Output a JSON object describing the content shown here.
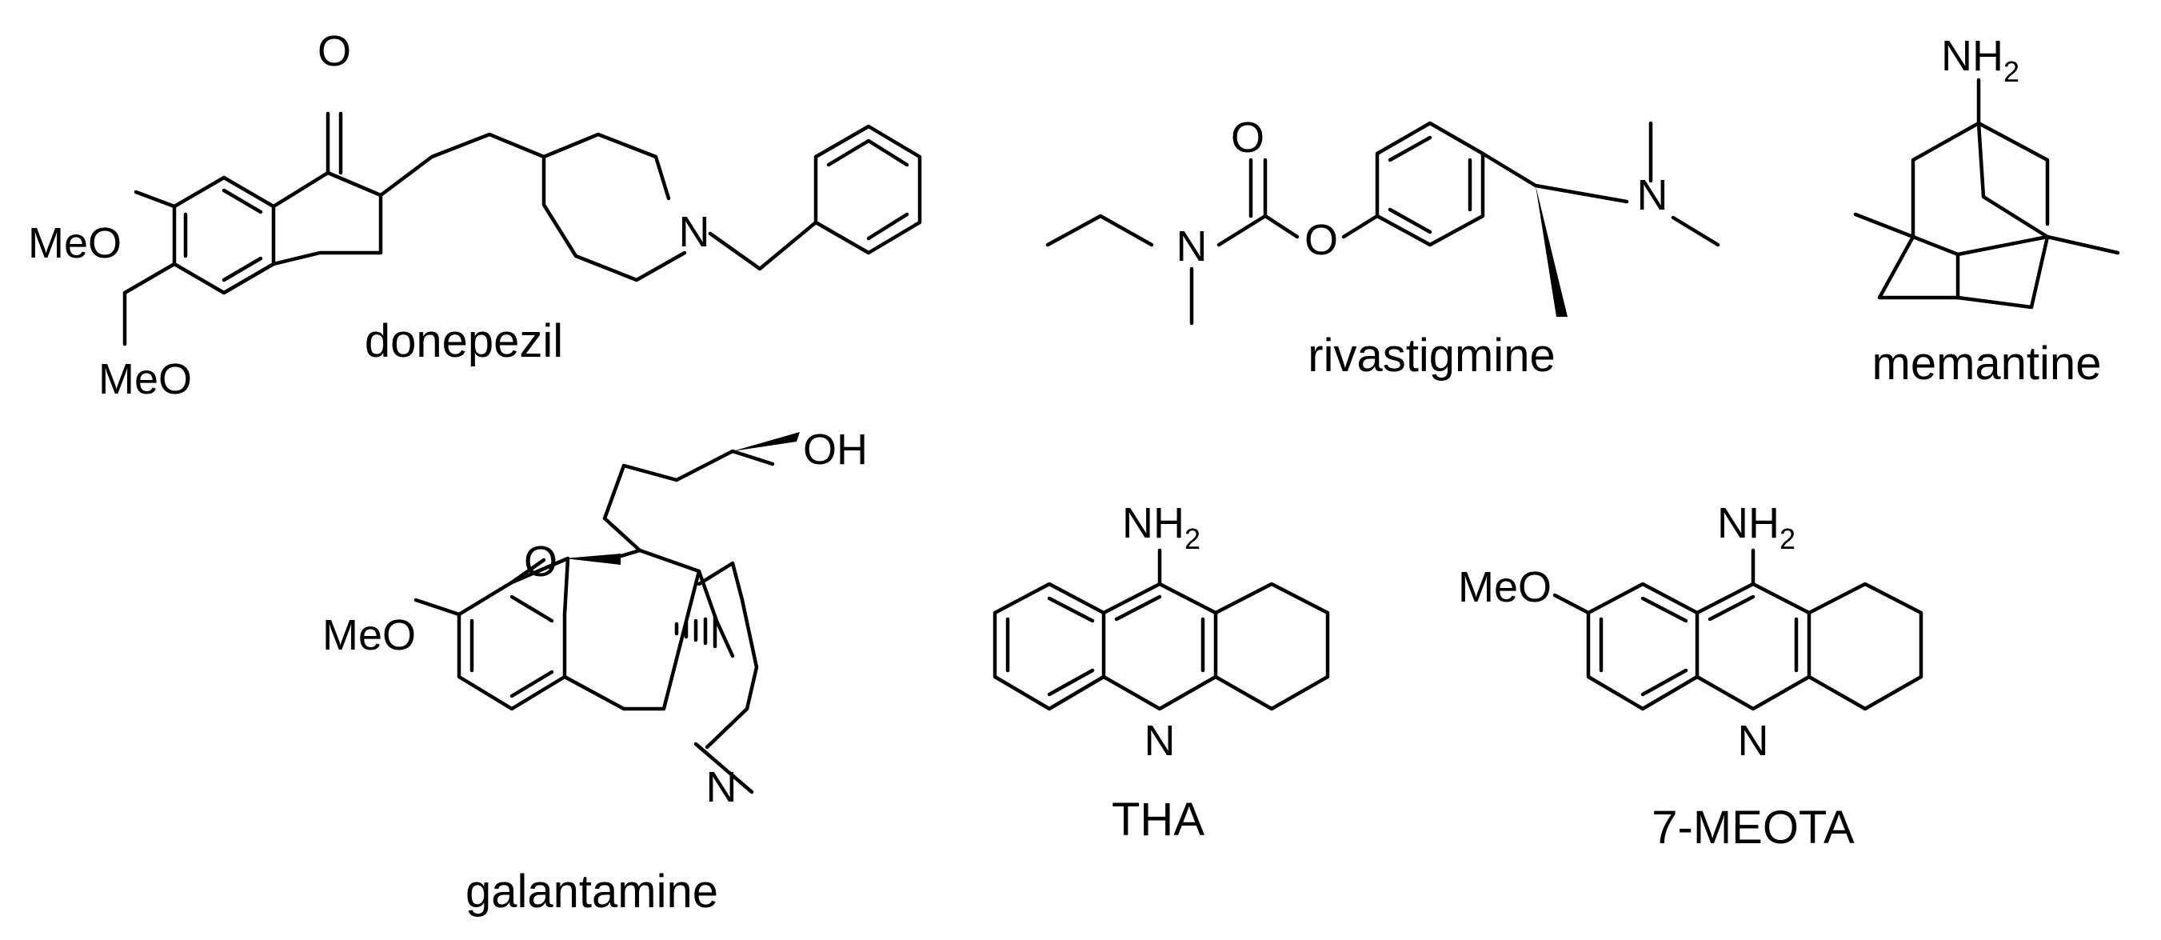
{
  "colors": {
    "ink": "#000000",
    "background": "#ffffff"
  },
  "compounds": [
    {
      "name": "donepezil",
      "labels": {
        "oxo": "O",
        "n": "N",
        "meo1": "MeO",
        "meo2": "MeO"
      }
    },
    {
      "name": "rivastigmine",
      "labels": {
        "o1": "O",
        "o2": "O",
        "n1": "N",
        "n2": "N"
      }
    },
    {
      "name": "memantine",
      "labels": {
        "nh": "NH",
        "h2": "2"
      }
    },
    {
      "name": "galantamine",
      "labels": {
        "oh": "OH",
        "o": "O",
        "meo": "MeO",
        "n": "N"
      }
    },
    {
      "name": "THA",
      "labels": {
        "nh": "NH",
        "h2": "2",
        "n": "N"
      }
    },
    {
      "name": "7-MEOTA",
      "labels": {
        "nh": "NH",
        "h2": "2",
        "n": "N",
        "meo": "MeO"
      }
    }
  ]
}
